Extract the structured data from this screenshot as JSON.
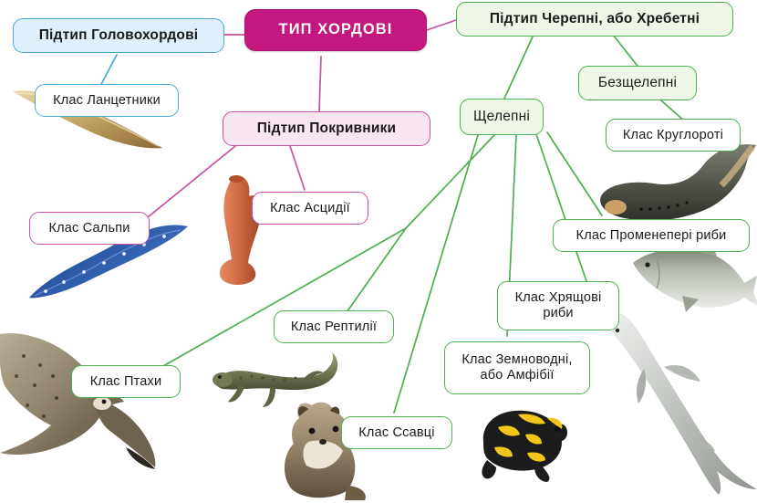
{
  "diagram": {
    "title": "Тип Хордові",
    "language": "uk",
    "type": "classification-tree",
    "colors": {
      "root_fill": "#c2187f",
      "root_text": "#ffffff",
      "blue_border": "#4aa9d8",
      "blue_fill": "#dff0fa",
      "pink_border": "#c850a0",
      "pink_fill": "#fae6f2",
      "green_border": "#4caf50",
      "green_fill": "#eef7e8",
      "leaf_fill": "#ffffff",
      "background": "#ffffff"
    }
  },
  "nodes": {
    "root": {
      "label": "ТИП ХОРДОВІ"
    },
    "cephalochordata": {
      "label": "Підтип Головохордові"
    },
    "lancelets": {
      "label": "Клас Ланцетники"
    },
    "tunicata": {
      "label": "Підтип Покривники"
    },
    "salps": {
      "label": "Клас Сальпи"
    },
    "ascidians": {
      "label": "Клас Асцидії"
    },
    "craniata": {
      "label": "Підтип Черепні, або Хребетні"
    },
    "agnatha": {
      "label": "Безщелепні"
    },
    "cyclostomata": {
      "label": "Клас Круглороті"
    },
    "gnathostomata": {
      "label": "Щелепні"
    },
    "rayfinned": {
      "label": "Клас Променепері риби"
    },
    "cartilaginous": {
      "label": "Клас Хрящові\nриби"
    },
    "amphibians": {
      "label": "Клас Земноводні,\nабо Амфібії"
    },
    "reptiles": {
      "label": "Клас Рептилії"
    },
    "birds": {
      "label": "Клас Птахи"
    },
    "mammals": {
      "label": "Клас Ссавці"
    }
  },
  "illustrations": [
    {
      "name": "lancelet-photo",
      "for": "lancelets"
    },
    {
      "name": "salp-photo",
      "for": "salps"
    },
    {
      "name": "ascidian-photo",
      "for": "ascidians"
    },
    {
      "name": "lamprey-photo",
      "for": "cyclostomata"
    },
    {
      "name": "bony-fish-photo",
      "for": "rayfinned"
    },
    {
      "name": "shark-photo",
      "for": "cartilaginous"
    },
    {
      "name": "frog-photo",
      "for": "amphibians"
    },
    {
      "name": "lizard-photo",
      "for": "reptiles"
    },
    {
      "name": "falcon-photo",
      "for": "birds"
    },
    {
      "name": "marten-photo",
      "for": "mammals"
    }
  ],
  "edges": [
    {
      "from": "root",
      "to": "cephalochordata",
      "color": "#c850a0"
    },
    {
      "from": "root",
      "to": "craniata",
      "color": "#c850a0"
    },
    {
      "from": "root",
      "to": "tunicata",
      "color": "#c850a0"
    },
    {
      "from": "cephalochordata",
      "to": "lancelets",
      "color": "#4aa9d8"
    },
    {
      "from": "tunicata",
      "to": "salps",
      "color": "#c850a0"
    },
    {
      "from": "tunicata",
      "to": "ascidians",
      "color": "#c850a0"
    },
    {
      "from": "craniata",
      "to": "gnathostomata",
      "color": "#4caf50"
    },
    {
      "from": "craniata",
      "to": "agnatha",
      "color": "#4caf50"
    },
    {
      "from": "agnatha",
      "to": "cyclostomata",
      "color": "#4caf50"
    },
    {
      "from": "gnathostomata",
      "to": "rayfinned",
      "color": "#4caf50"
    },
    {
      "from": "gnathostomata",
      "to": "cartilaginous",
      "color": "#4caf50"
    },
    {
      "from": "gnathostomata",
      "to": "amphibians",
      "color": "#4caf50"
    },
    {
      "from": "gnathostomata",
      "to": "reptiles",
      "color": "#4caf50"
    },
    {
      "from": "gnathostomata",
      "to": "birds",
      "color": "#4caf50"
    },
    {
      "from": "gnathostomata",
      "to": "mammals",
      "color": "#4caf50"
    }
  ]
}
